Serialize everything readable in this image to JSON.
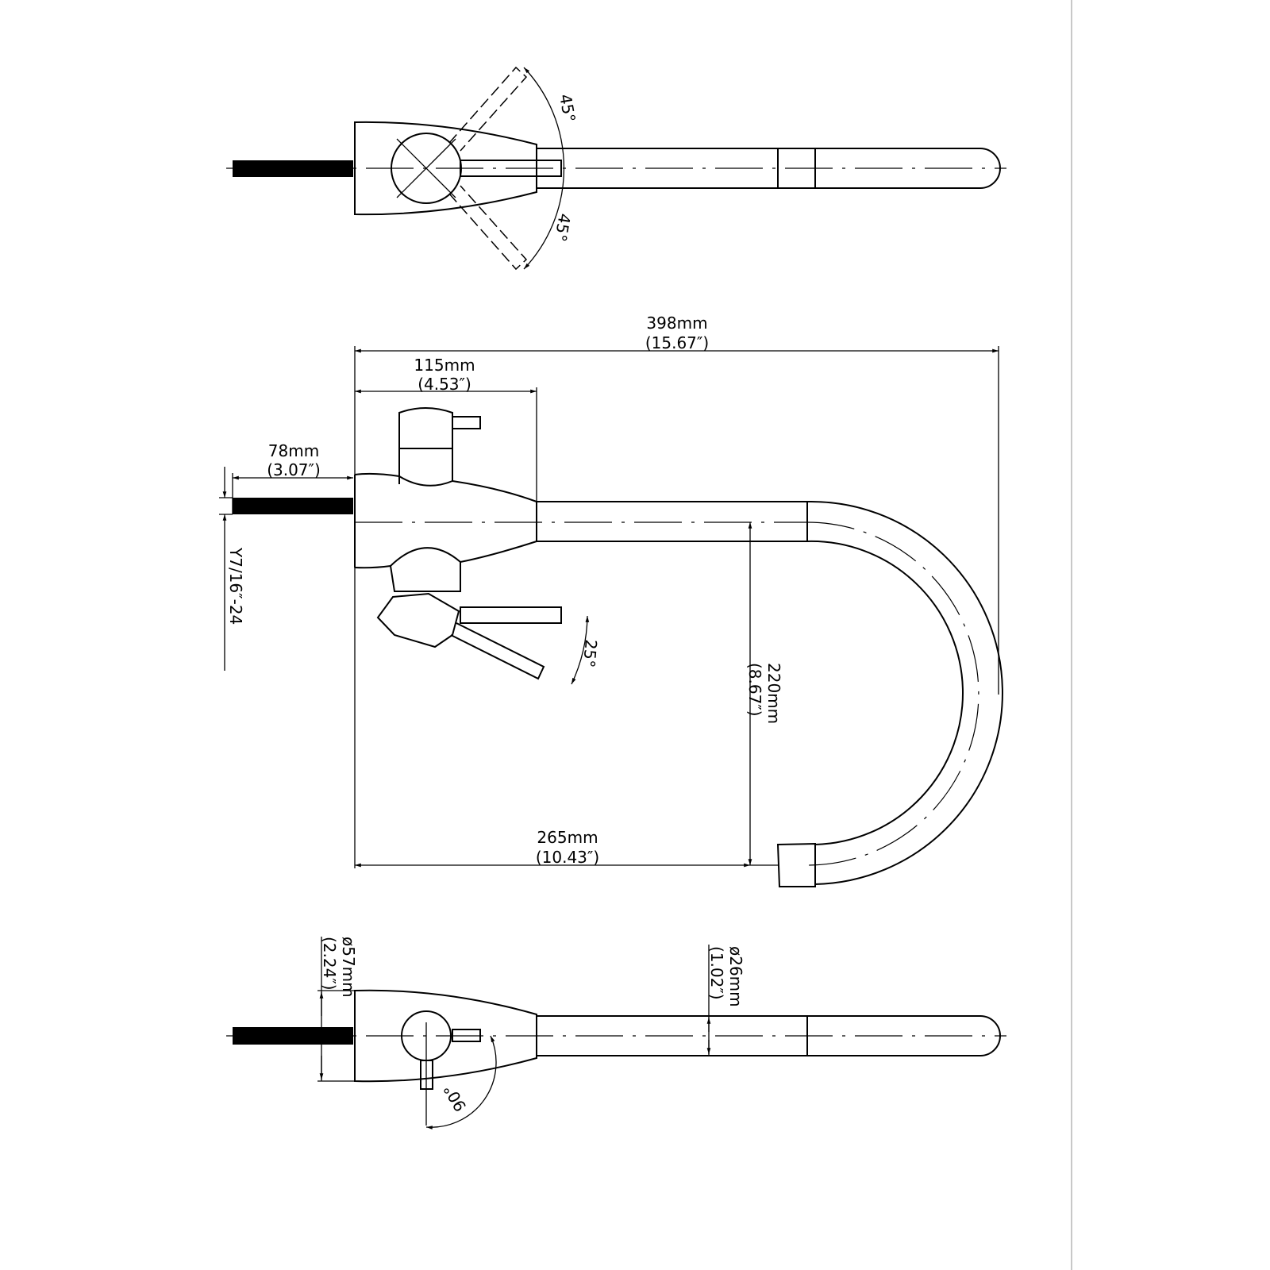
{
  "drawing": {
    "top_view": {
      "angle_upper": "45°",
      "angle_lower": "45°"
    },
    "side_view": {
      "overall_length": {
        "mm": "398mm",
        "in": "(15.67″)"
      },
      "body_length": {
        "mm": "115mm",
        "in": "(4.53″)"
      },
      "shank_length": {
        "mm": "78mm",
        "in": "(3.07″)"
      },
      "thread": "Y7/16″-24",
      "handle_tilt": "25°",
      "spout_height": {
        "mm": "220mm",
        "in": "(8.67″)"
      },
      "spout_reach": {
        "mm": "265mm",
        "in": "(10.43″)"
      }
    },
    "bottom_view": {
      "body_diameter": {
        "mm": "ø57mm",
        "in": "(2.24″)"
      },
      "spout_diameter": {
        "mm": "ø26mm",
        "in": "(1.02″)"
      },
      "handle_rotation": "90°"
    }
  },
  "colors": {
    "line": "#000000",
    "border": "#c8c8c8"
  }
}
